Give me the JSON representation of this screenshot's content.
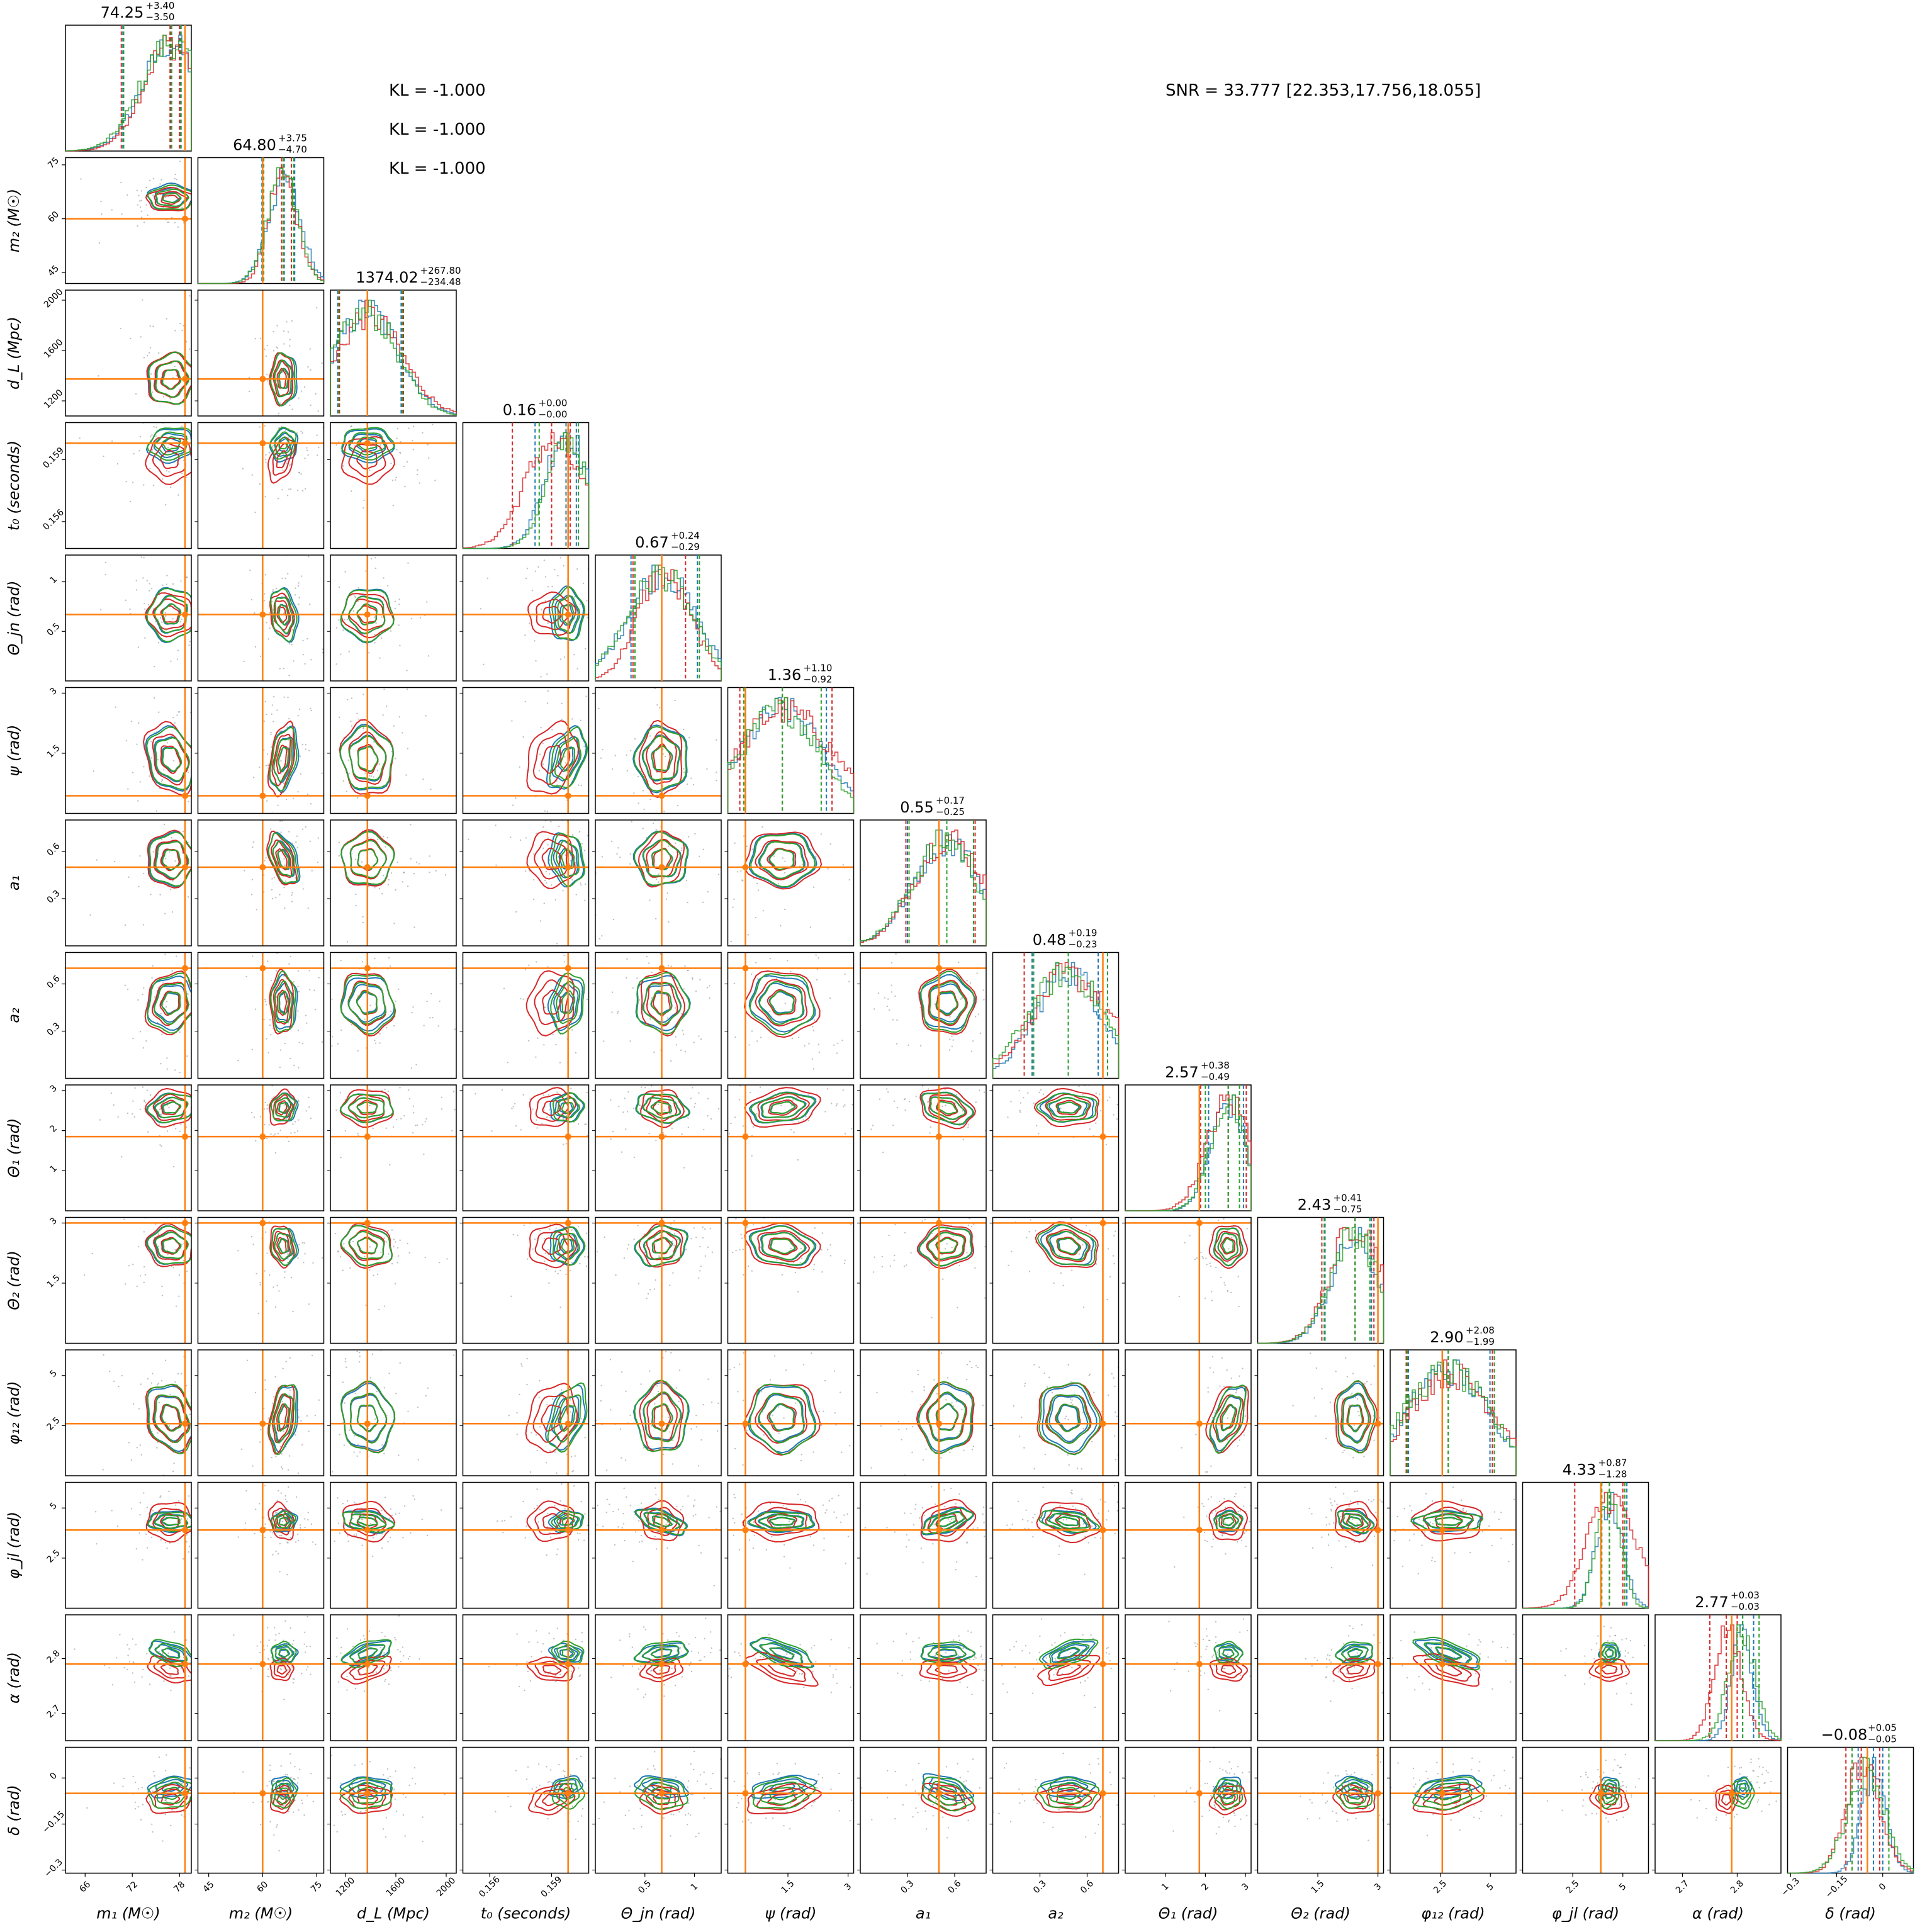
{
  "annotations": {
    "kl_lines": [
      "KL = -1.000",
      "KL = -1.000",
      "KL = -1.000"
    ],
    "snr": "SNR = 33.777 [22.353,17.756,18.055]"
  },
  "colors": {
    "series": [
      "#1f77b4",
      "#d62728",
      "#2ca02c"
    ],
    "truth": "#ff7f0e",
    "frame": "#000000"
  },
  "chart_data": {
    "type": "corner",
    "parameters": [
      {
        "id": "m1",
        "label": "m₁ (M☉)",
        "truth": 78.7,
        "range": [
          63.5,
          79.5
        ],
        "ticks": [
          66,
          72,
          78
        ],
        "summary": {
          "median": "74.25",
          "plus": "+3.40",
          "minus": "−3.50"
        },
        "quantiles": {
          "blue": [
            70.8,
            76.9,
            78.1
          ],
          "red": [
            70.6,
            76.8,
            78.0
          ],
          "green": [
            70.9,
            77.0,
            78.2
          ]
        }
      },
      {
        "id": "m2",
        "label": "m₂ (M☉)",
        "truth": 60.0,
        "range": [
          42,
          77
        ],
        "ticks": [
          45,
          60,
          75
        ],
        "summary": {
          "median": "64.80",
          "plus": "+3.75",
          "minus": "−4.70"
        },
        "quantiles": {
          "blue": [
            59.8,
            66.0,
            68.9
          ],
          "red": [
            60.1,
            65.3,
            68.0
          ],
          "green": [
            60.3,
            65.8,
            68.6
          ]
        }
      },
      {
        "id": "dL",
        "label": "d_L (Mpc)",
        "truth": 1374,
        "range": [
          1080,
          2080
        ],
        "ticks": [
          1200,
          1600,
          2000
        ],
        "summary": {
          "median": "1374.02",
          "plus": "+267.80",
          "minus": "−234.48"
        },
        "quantiles": {
          "blue": [
            1139,
            1374,
            1642
          ],
          "red": [
            1152,
            1374,
            1660
          ],
          "green": [
            1145,
            1374,
            1652
          ]
        }
      },
      {
        "id": "t0",
        "label": "t₀ (seconds)",
        "truth": 0.1598,
        "range": [
          0.1547,
          0.1608
        ],
        "ticks": [
          0.156,
          0.159
        ],
        "summary": {
          "median": "0.16",
          "plus": "+0.00",
          "minus": "−0.00"
        },
        "quantiles": {
          "blue": [
            0.1582,
            0.1597,
            0.1602
          ],
          "red": [
            0.1571,
            0.159,
            0.1599
          ],
          "green": [
            0.1584,
            0.1598,
            0.1603
          ]
        }
      },
      {
        "id": "theta_jn",
        "label": "Θ_jn (rad)",
        "truth": 0.67,
        "range": [
          0.0,
          1.27
        ],
        "ticks": [
          0.5,
          1.0
        ],
        "summary": {
          "median": "0.67",
          "plus": "+0.24",
          "minus": "−0.29"
        },
        "quantiles": {
          "blue": [
            0.36,
            0.67,
            1.03
          ],
          "red": [
            0.38,
            0.67,
            0.91
          ],
          "green": [
            0.4,
            0.67,
            1.05
          ]
        }
      },
      {
        "id": "psi",
        "label": "ψ (rad)",
        "truth": 0.44,
        "range": [
          0.0,
          3.14
        ],
        "ticks": [
          1.5,
          3.0
        ],
        "summary": {
          "median": "1.36",
          "plus": "+1.10",
          "minus": "−0.92"
        },
        "quantiles": {
          "blue": [
            0.44,
            1.36,
            2.46
          ],
          "red": [
            0.3,
            1.36,
            2.6
          ],
          "green": [
            0.4,
            1.36,
            2.33
          ]
        }
      },
      {
        "id": "a1",
        "label": "a₁",
        "truth": 0.5,
        "range": [
          0.0,
          0.8
        ],
        "ticks": [
          0.3,
          0.6
        ],
        "summary": {
          "median": "0.55",
          "plus": "+0.17",
          "minus": "−0.25"
        },
        "quantiles": {
          "blue": [
            0.3,
            0.55,
            0.72
          ],
          "red": [
            0.29,
            0.55,
            0.73
          ],
          "green": [
            0.31,
            0.55,
            0.72
          ]
        }
      },
      {
        "id": "a2",
        "label": "a₂",
        "truth": 0.7,
        "range": [
          0.0,
          0.8
        ],
        "ticks": [
          0.3,
          0.6
        ],
        "summary": {
          "median": "0.48",
          "plus": "+0.19",
          "minus": "−0.23"
        },
        "quantiles": {
          "blue": [
            0.25,
            0.48,
            0.67
          ],
          "red": [
            0.2,
            0.48,
            0.7
          ],
          "green": [
            0.26,
            0.48,
            0.73
          ]
        }
      },
      {
        "id": "theta1",
        "label": "Θ₁ (rad)",
        "truth": 1.85,
        "range": [
          0.0,
          3.14
        ],
        "ticks": [
          1,
          2,
          3
        ],
        "summary": {
          "median": "2.57",
          "plus": "+0.38",
          "minus": "−0.49"
        },
        "quantiles": {
          "blue": [
            2.08,
            2.57,
            2.95
          ],
          "red": [
            1.88,
            2.57,
            3.02
          ],
          "green": [
            2.0,
            2.57,
            2.85
          ]
        }
      },
      {
        "id": "theta2",
        "label": "Θ₂ (rad)",
        "truth": 3.0,
        "range": [
          0.0,
          3.14
        ],
        "ticks": [
          1.5,
          3.0
        ],
        "summary": {
          "median": "2.43",
          "plus": "+0.41",
          "minus": "−0.75"
        },
        "quantiles": {
          "blue": [
            1.68,
            2.43,
            2.84
          ],
          "red": [
            1.6,
            2.43,
            2.9
          ],
          "green": [
            1.66,
            2.43,
            2.8
          ]
        }
      },
      {
        "id": "phi12",
        "label": "φ₁₂ (rad)",
        "truth": 2.6,
        "range": [
          0.0,
          6.28
        ],
        "ticks": [
          2.5,
          5.0
        ],
        "summary": {
          "median": "2.90",
          "plus": "+2.08",
          "minus": "−1.99"
        },
        "quantiles": {
          "blue": [
            0.91,
            2.9,
            4.98
          ],
          "red": [
            0.8,
            2.9,
            5.1
          ],
          "green": [
            0.85,
            2.9,
            5.2
          ]
        }
      },
      {
        "id": "phi_jl",
        "label": "φ_jl (rad)",
        "truth": 3.9,
        "range": [
          0.0,
          6.28
        ],
        "ticks": [
          2.5,
          5.0
        ],
        "summary": {
          "median": "4.33",
          "plus": "+0.87",
          "minus": "−1.28"
        },
        "quantiles": {
          "blue": [
            3.9,
            4.33,
            5.2
          ],
          "red": [
            2.6,
            4.33,
            5.0
          ],
          "green": [
            3.95,
            4.33,
            5.1
          ]
        }
      },
      {
        "id": "alpha",
        "label": "α (rad)",
        "truth": 2.79,
        "range": [
          2.65,
          2.88
        ],
        "ticks": [
          2.7,
          2.8
        ],
        "summary": {
          "median": "2.77",
          "plus": "+0.03",
          "minus": "−0.03"
        },
        "quantiles": {
          "blue": [
            2.79,
            2.81,
            2.83
          ],
          "red": [
            2.75,
            2.78,
            2.8
          ],
          "green": [
            2.79,
            2.81,
            2.84
          ]
        }
      },
      {
        "id": "delta",
        "label": "δ (rad)",
        "truth": -0.05,
        "range": [
          -0.31,
          0.1
        ],
        "ticks": [
          -0.3,
          -0.15,
          0.0
        ],
        "summary": {
          "median": "−0.08",
          "plus": "+0.05",
          "minus": "−0.05"
        },
        "quantiles": {
          "blue": [
            -0.08,
            -0.03,
            0.0
          ],
          "red": [
            -0.12,
            -0.07,
            -0.01
          ],
          "green": [
            -0.1,
            -0.05,
            0.02
          ]
        }
      }
    ],
    "series": [
      "blue",
      "red",
      "green"
    ]
  }
}
